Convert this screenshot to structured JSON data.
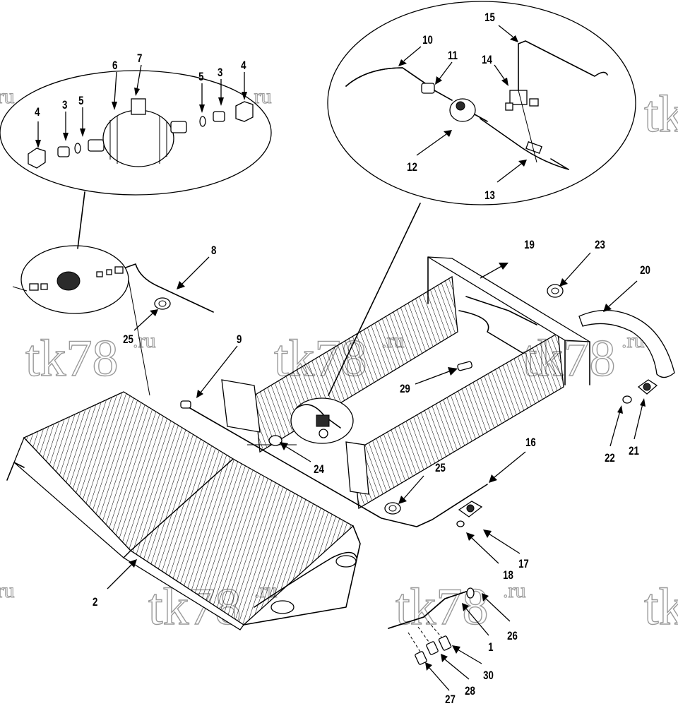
{
  "callouts": [
    {
      "id": "c1",
      "label": "1"
    },
    {
      "id": "c2",
      "label": "2"
    },
    {
      "id": "c3a",
      "label": "3"
    },
    {
      "id": "c3b",
      "label": "3"
    },
    {
      "id": "c4a",
      "label": "4"
    },
    {
      "id": "c4b",
      "label": "4"
    },
    {
      "id": "c5a",
      "label": "5"
    },
    {
      "id": "c5b",
      "label": "5"
    },
    {
      "id": "c6",
      "label": "6"
    },
    {
      "id": "c7",
      "label": "7"
    },
    {
      "id": "c8",
      "label": "8"
    },
    {
      "id": "c9",
      "label": "9"
    },
    {
      "id": "c10",
      "label": "10"
    },
    {
      "id": "c11",
      "label": "11"
    },
    {
      "id": "c12",
      "label": "12"
    },
    {
      "id": "c13",
      "label": "13"
    },
    {
      "id": "c14",
      "label": "14"
    },
    {
      "id": "c15",
      "label": "15"
    },
    {
      "id": "c16",
      "label": "16"
    },
    {
      "id": "c17",
      "label": "17"
    },
    {
      "id": "c18",
      "label": "18"
    },
    {
      "id": "c19",
      "label": "19"
    },
    {
      "id": "c20",
      "label": "20"
    },
    {
      "id": "c21",
      "label": "21"
    },
    {
      "id": "c22",
      "label": "22"
    },
    {
      "id": "c23",
      "label": "23"
    },
    {
      "id": "c24",
      "label": "24"
    },
    {
      "id": "c25a",
      "label": "25"
    },
    {
      "id": "c25b",
      "label": "25"
    },
    {
      "id": "c26",
      "label": "26"
    },
    {
      "id": "c27",
      "label": "27"
    },
    {
      "id": "c28",
      "label": "28"
    },
    {
      "id": "c29",
      "label": "29"
    },
    {
      "id": "c30",
      "label": "30"
    }
  ],
  "watermark": {
    "brand": "tk78",
    "suffix": ".ru"
  }
}
